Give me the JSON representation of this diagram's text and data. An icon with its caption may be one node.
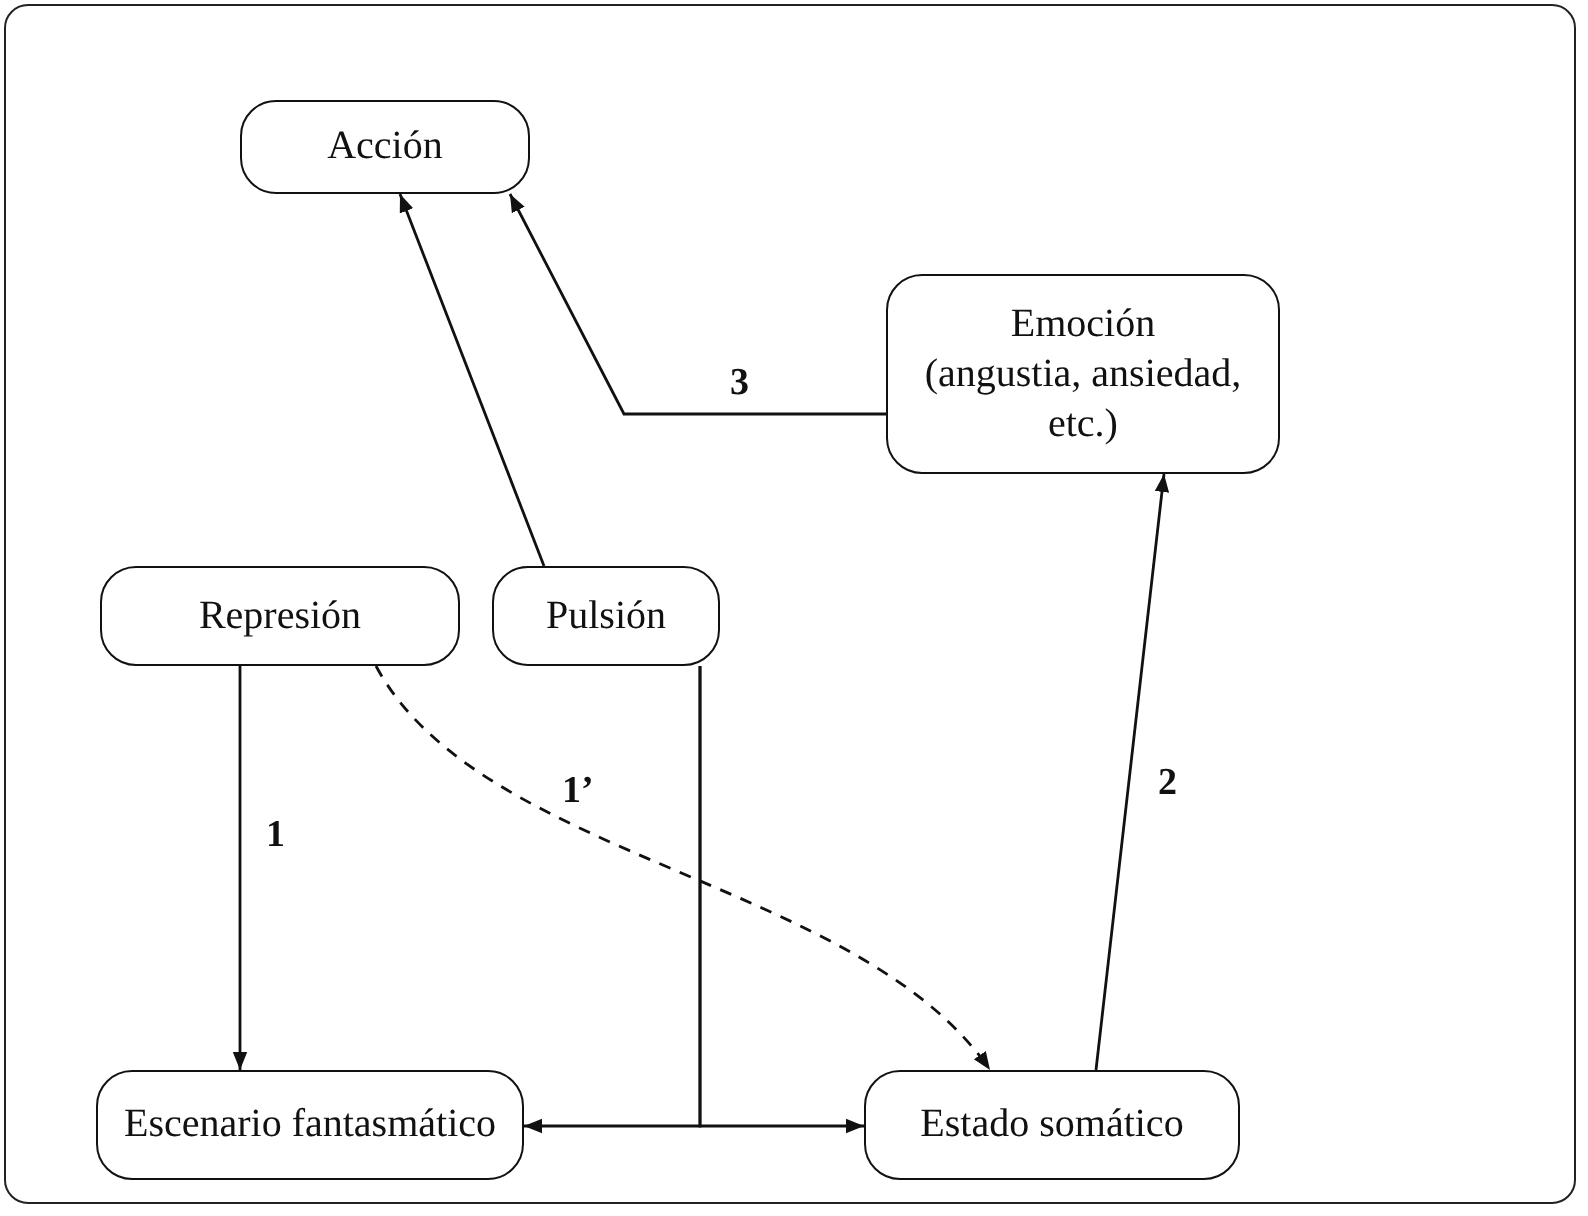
{
  "diagram": {
    "nodes": [
      {
        "text": [
          "Acción"
        ]
      },
      {
        "text": [
          "Emoción",
          "(angustia, ansiedad, etc.)"
        ]
      },
      {
        "text": [
          "Represión"
        ]
      },
      {
        "text": [
          "Pulsión"
        ]
      },
      {
        "text": [
          "Escenario fantasmático"
        ]
      },
      {
        "text": [
          "Estado somático"
        ]
      }
    ],
    "edges": [
      {
        "from": 3,
        "to": 0,
        "arrow": "to"
      },
      {
        "from": 1,
        "to": 0,
        "arrow": "to",
        "label": "3"
      },
      {
        "from": 2,
        "to": 4,
        "arrow": "to",
        "label": "1"
      },
      {
        "from": 2,
        "to": 5,
        "arrow": "to",
        "label": "1’",
        "style": "dashed"
      },
      {
        "from": 3,
        "to": 4,
        "arrow": "to"
      },
      {
        "from": 3,
        "to": 5,
        "arrow": "to"
      },
      {
        "from": 5,
        "to": 1,
        "arrow": "to",
        "label": "2"
      }
    ]
  }
}
